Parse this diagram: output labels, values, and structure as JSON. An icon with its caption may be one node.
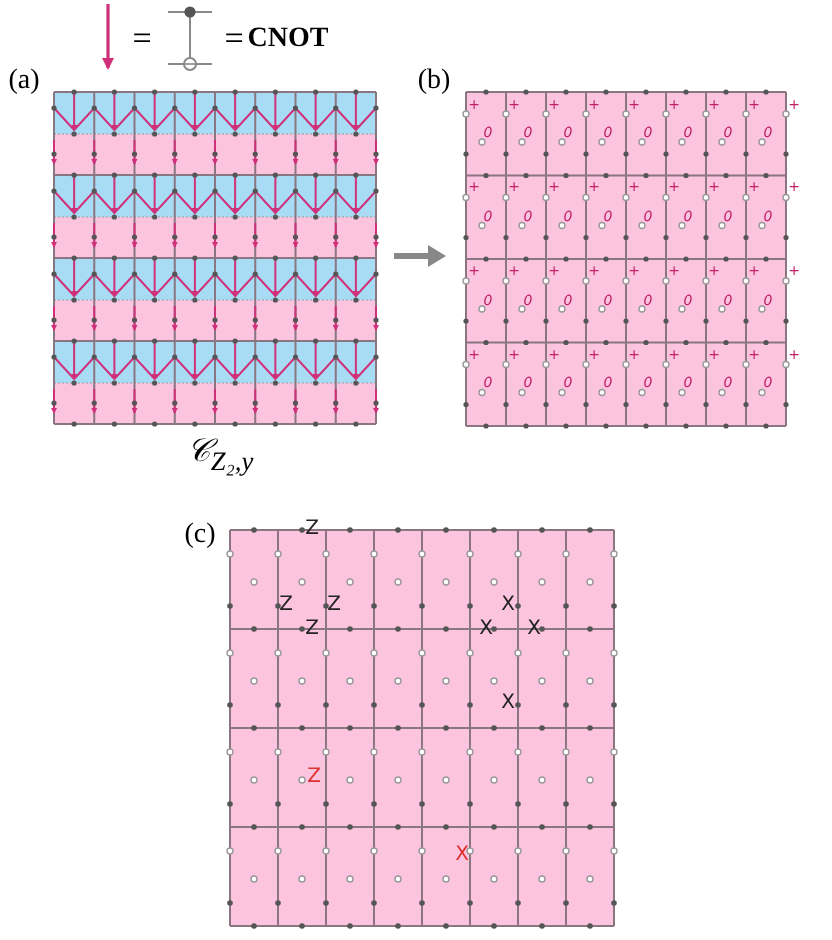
{
  "diagram": {
    "labels": [
      "=",
      "=",
      "CNOT",
      "(a)",
      "(b)",
      "+",
      "+",
      "+",
      "+",
      "+",
      "+",
      "+",
      "+",
      "+",
      "0",
      "0",
      "0",
      "0",
      "0",
      "0",
      "0",
      "0",
      "+",
      "+",
      "+",
      "+",
      "+",
      "+",
      "+",
      "+",
      "+",
      "0",
      "0",
      "0",
      "0",
      "0",
      "0",
      "0",
      "0",
      "+",
      "+",
      "+",
      "+",
      "+",
      "+",
      "+",
      "+",
      "+",
      "0",
      "0",
      "0",
      "0",
      "0",
      "0",
      "0",
      "0",
      "+",
      "+",
      "+",
      "+",
      "+",
      "+",
      "+",
      "+",
      "+",
      "0",
      "0",
      "0",
      "0",
      "0",
      "0",
      "0",
      "0",
      "𝒞$_{Z₂,y}$",
      "(c)",
      "Z",
      "Z",
      "Z",
      "X",
      "Z",
      "X",
      "X",
      "X",
      "Z",
      "X"
    ]
  }
}
